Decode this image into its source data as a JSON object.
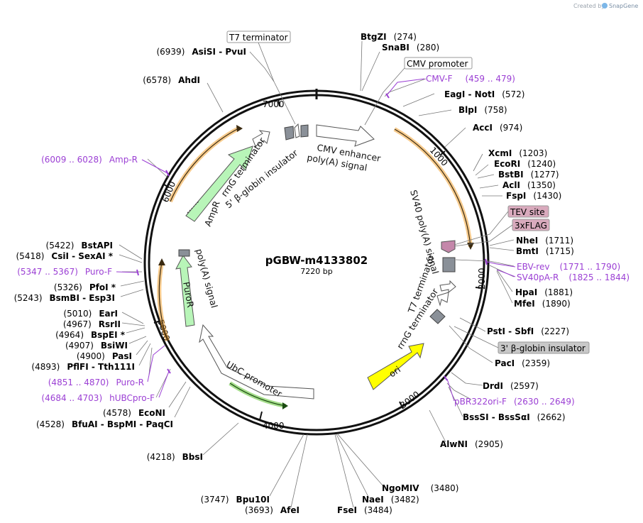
{
  "credit": "Created by",
  "credit_brand": "SnapGene",
  "plasmid": {
    "name": "pGBW-m4133802",
    "size": "7220 bp"
  },
  "ticks": [
    "1000",
    "2000",
    "3000",
    "4000",
    "5000",
    "6000",
    "7000"
  ],
  "features": {
    "cmv_enhancer": "CMV enhancer",
    "polya_signal_top": "poly(A) signal",
    "sv40_polya": "SV40 poly(A) signal",
    "t7_terminator_inner": "T7 terminator",
    "rrng_terminator_right": "rrnG terminator",
    "ori": "ori",
    "ubc_promoter": "UbC promoter",
    "puror": "PuroR",
    "polya_signal_left": "poly(A) signal",
    "ampr": "AmpR",
    "rrng_terminator_top": "rrnG terminator",
    "beta_globin_5": "5' β-globin insulator"
  },
  "boxed_labels": {
    "t7_terminator": "T7 terminator",
    "cmv_promoter": "CMV promoter",
    "tev_site": "TEV site",
    "flag": "3xFLAG",
    "beta_globin_3": "3' β-globin insulator"
  },
  "right_sites": [
    {
      "name": "BtgZI",
      "pos": "(274)"
    },
    {
      "name": "SnaBI",
      "pos": "(280)"
    },
    {
      "name": "EagI  -  NotI",
      "pos": "(572)"
    },
    {
      "name": "BlpI",
      "pos": "(758)"
    },
    {
      "name": "AccI",
      "pos": "(974)"
    },
    {
      "name": "XcmI",
      "pos": "(1203)"
    },
    {
      "name": "EcoRI",
      "pos": "(1240)"
    },
    {
      "name": "BstBI",
      "pos": "(1277)"
    },
    {
      "name": "AclI",
      "pos": "(1350)"
    },
    {
      "name": "FspI",
      "pos": "(1430)"
    },
    {
      "name": "NheI",
      "pos": "(1711)"
    },
    {
      "name": "BmtI",
      "pos": "(1715)"
    },
    {
      "name": "HpaI",
      "pos": "(1881)"
    },
    {
      "name": "MfeI",
      "pos": "(1890)"
    },
    {
      "name": "PstI  -  SbfI",
      "pos": "(2227)"
    },
    {
      "name": "PacI",
      "pos": "(2359)"
    },
    {
      "name": "DrdI",
      "pos": "(2597)"
    },
    {
      "name": "BssSI  -  BssSαI",
      "pos": "(2662)"
    },
    {
      "name": "AlwNI",
      "pos": "(2905)"
    },
    {
      "name": "NgoMIV",
      "pos": "(3480)"
    },
    {
      "name": "NaeI",
      "pos": "(3482)"
    },
    {
      "name": "FseI",
      "pos": "(3484)"
    }
  ],
  "left_sites": [
    {
      "name": "AsiSI  -  PvuI",
      "pos": "(6939)"
    },
    {
      "name": "AhdI",
      "pos": "(6578)"
    },
    {
      "name": "BstAPI",
      "pos": "(5422)"
    },
    {
      "name": "CsiI  -  SexAI *",
      "pos": "(5418)"
    },
    {
      "name": "PfoI *",
      "pos": "(5326)"
    },
    {
      "name": "BsmBI  -  Esp3I",
      "pos": "(5243)"
    },
    {
      "name": "EarI",
      "pos": "(5010)"
    },
    {
      "name": "RsrII",
      "pos": "(4967)"
    },
    {
      "name": "BspEI *",
      "pos": "(4964)"
    },
    {
      "name": "BsiWI",
      "pos": "(4907)"
    },
    {
      "name": "PasI",
      "pos": "(4900)"
    },
    {
      "name": "PflFI  -  Tth111I",
      "pos": "(4893)"
    },
    {
      "name": "EcoNI",
      "pos": "(4578)"
    },
    {
      "name": "BfuAI  -  BspMI  -  PaqCI",
      "pos": "(4528)"
    },
    {
      "name": "BbsI",
      "pos": "(4218)"
    },
    {
      "name": "Bpu10I",
      "pos": "(3747)"
    },
    {
      "name": "AfeI",
      "pos": "(3693)"
    }
  ],
  "primers": [
    {
      "name": "CMV-F",
      "range": "(459 .. 479)"
    },
    {
      "name": "EBV-rev",
      "range": "(1771 .. 1790)"
    },
    {
      "name": "SV40pA-R",
      "range": "(1825 .. 1844)"
    },
    {
      "name": "pBR322ori-F",
      "range": "(2630 .. 2649)"
    },
    {
      "name": "Amp-R",
      "range": "(6009 .. 6028)"
    },
    {
      "name": "Puro-F",
      "range": "(5347 .. 5367)"
    },
    {
      "name": "Puro-R",
      "range": "(4851 .. 4870)"
    },
    {
      "name": "hUBCpro-F",
      "range": "(4684 .. 4703)"
    }
  ],
  "colors": {
    "backbone": "#111111",
    "orf_orange": "#f0a030",
    "marker_green": "#b8f5b8",
    "ori_yellow": "#ffff00",
    "primer_purple": "#9b3fd4",
    "tag_pink": "#d9aabd",
    "terminator_gray": "#8a9098"
  }
}
